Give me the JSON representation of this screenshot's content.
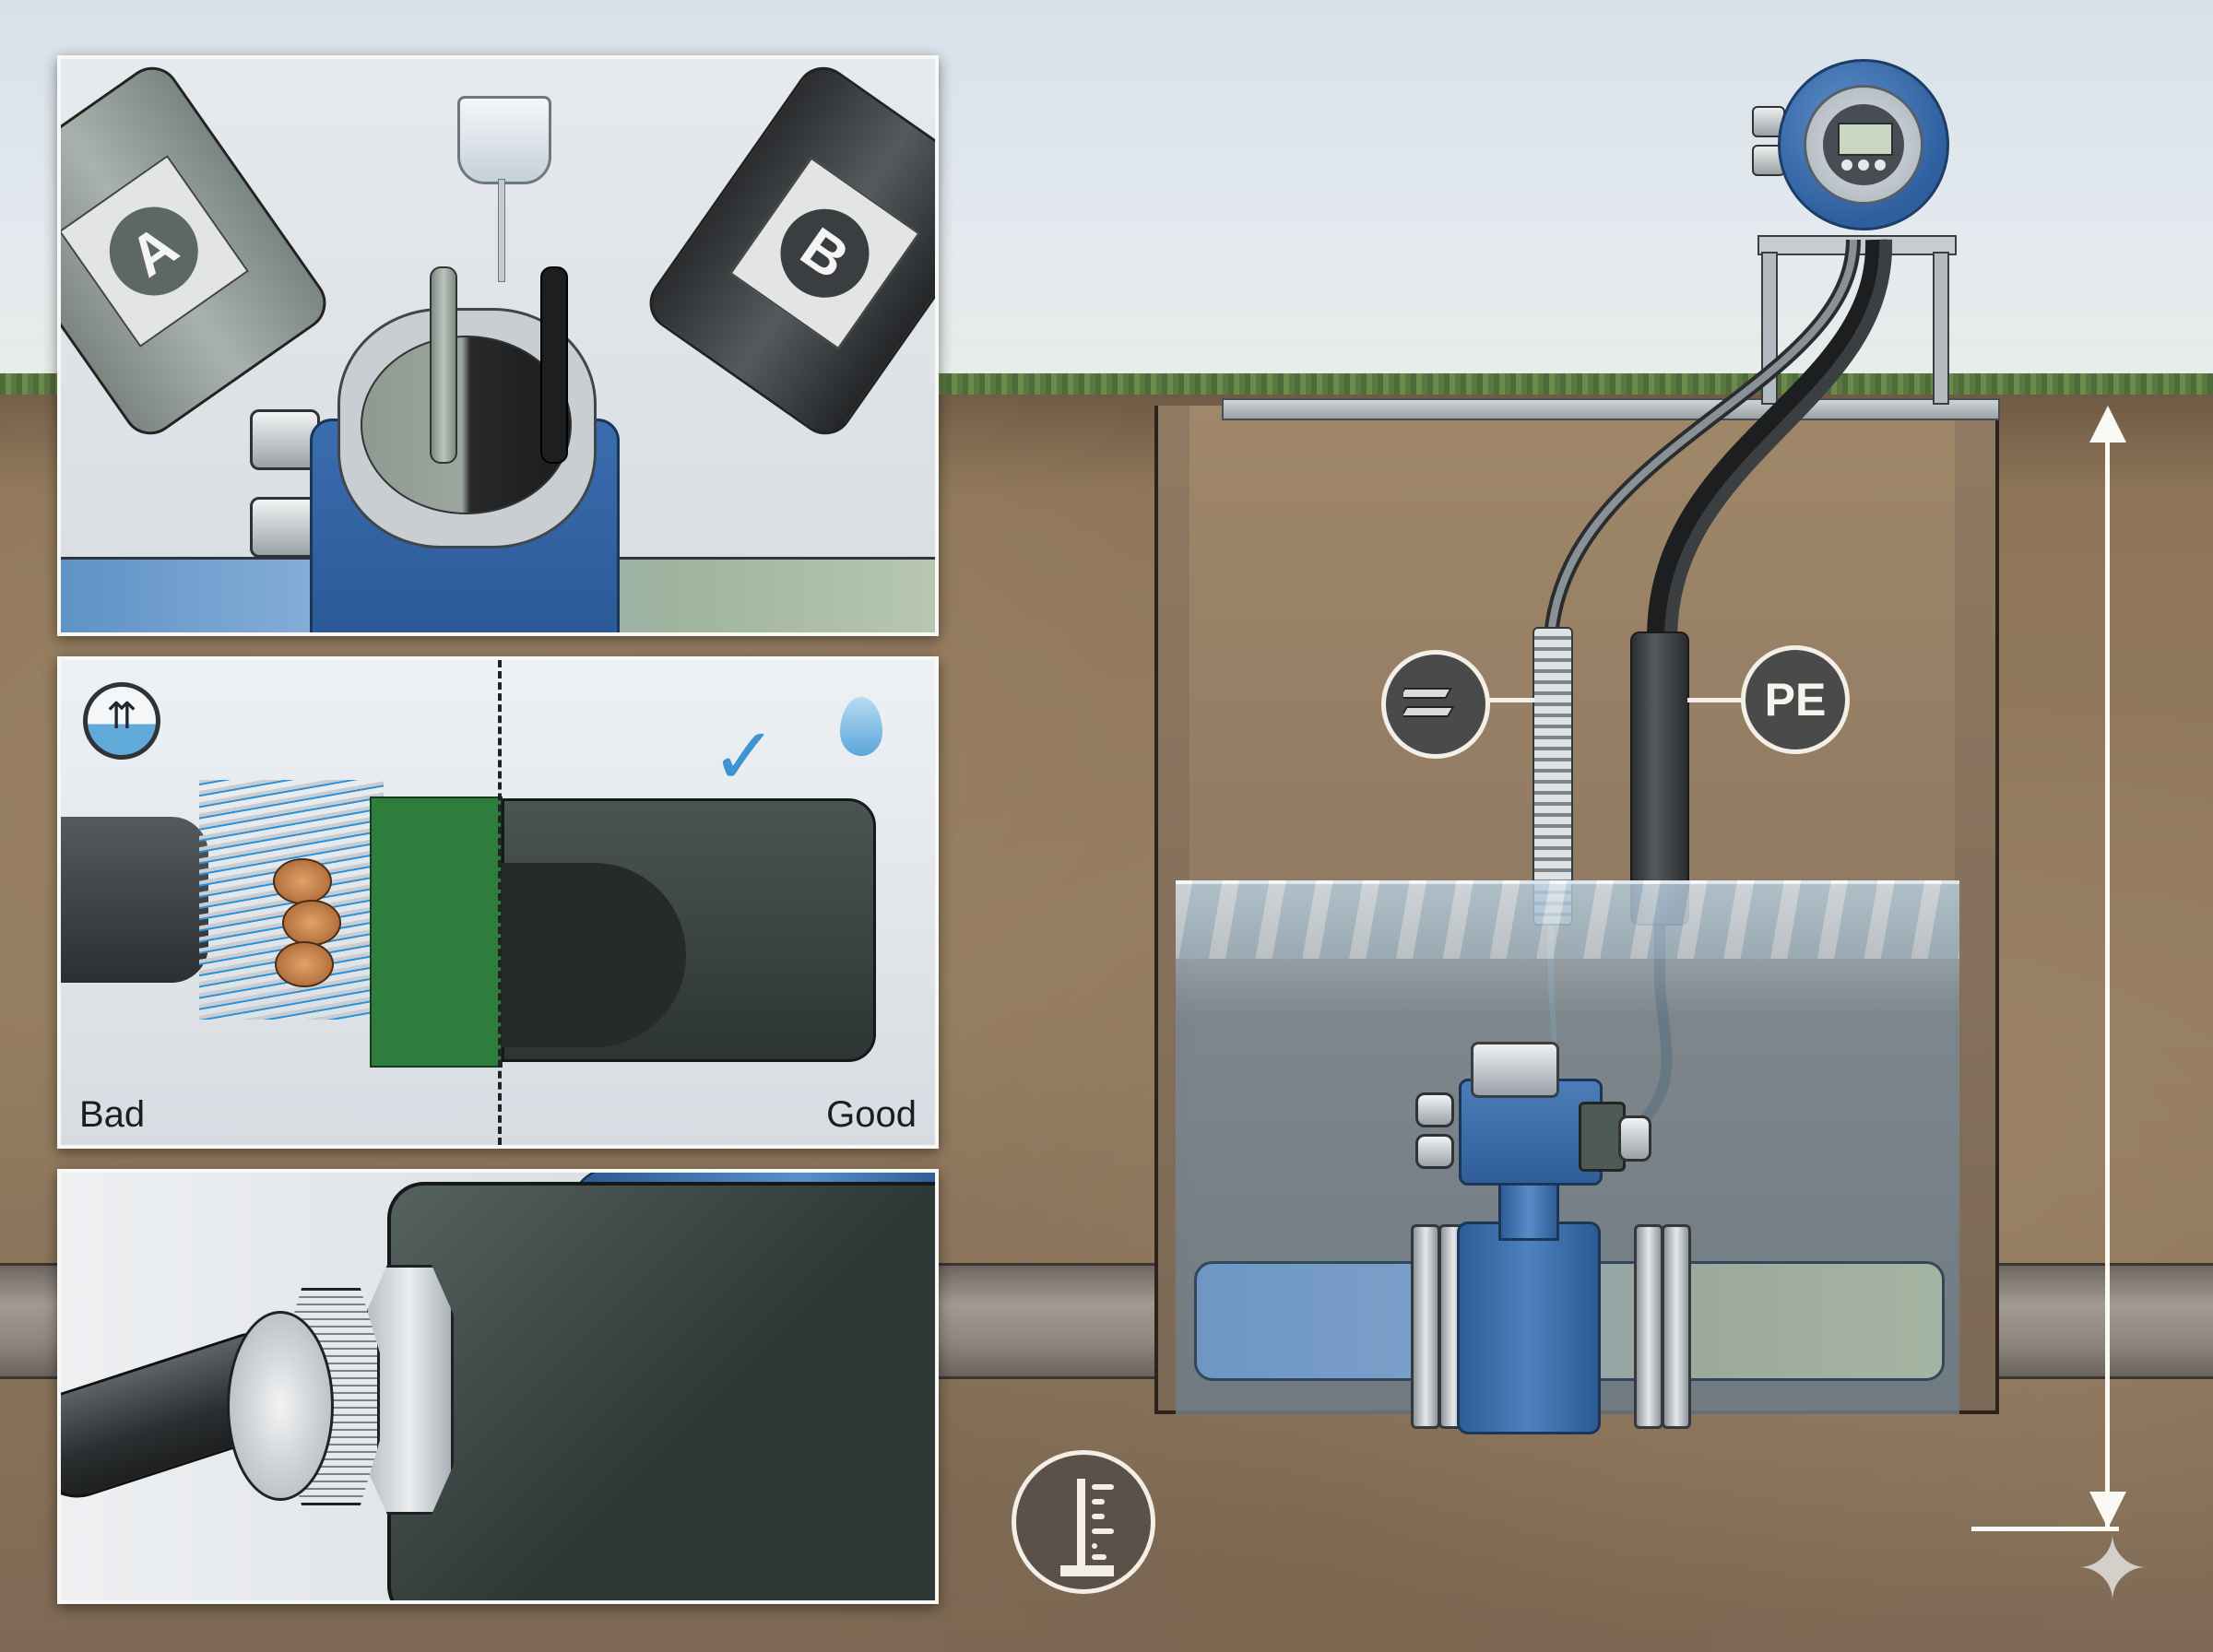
{
  "figure": {
    "title": "Buried / submersible electromagnetic flowmeter installation – cable sealing and protection",
    "colors": {
      "sky": "#dfe6ec",
      "soil": "#8f7658",
      "meter_blue": "#2e5d96",
      "water": "#8fa3b2",
      "callout_bg": "#4a4a4a",
      "callout_stroke": "#f4efe6",
      "water_arrow": "#3d94d3"
    }
  },
  "panels": {
    "potting": {
      "description": "Two-component potting compound poured into the sensor terminal box",
      "bottle_a_label": "A",
      "bottle_b_label": "B"
    },
    "cable_sealing": {
      "icon": "capillary-wicking-icon",
      "bad_label": "Bad",
      "good_label": "Good",
      "good_icons": [
        "check-arrow-icon",
        "water-drop-icon"
      ]
    },
    "cable_gland": {
      "description": "Cable gland tightened on potted connection box"
    }
  },
  "scene": {
    "remote_transmitter": "remote-transmitter-on-stand",
    "cable_protections": [
      {
        "type": "steel tape armour",
        "icon": "steel-tape-icon"
      },
      {
        "type": "PE sleeve",
        "label": "PE"
      }
    ],
    "depth_icon": "ruler-depth-icon",
    "depth_marker": "depth-dimension-arrow",
    "ground_marker": "star-marker-icon"
  }
}
